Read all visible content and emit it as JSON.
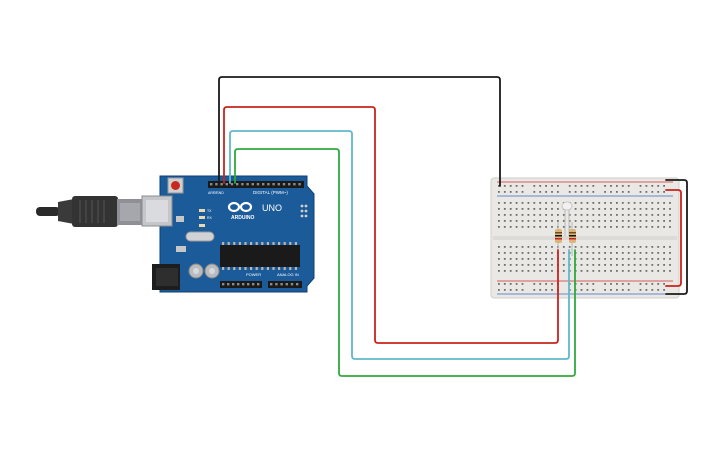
{
  "board": {
    "logo_text": "ARDUINO",
    "model": "UNO",
    "digital_label": "DIGITAL (PWM~)",
    "power_label": "POWER",
    "analog_label": "ANALOG IN",
    "aref_label": "AREF",
    "gnd_label": "GND",
    "tx_label": "TX",
    "rx_label": "RX"
  },
  "breadboard": {
    "name": ""
  },
  "wires": [
    {
      "name": "black-wire",
      "color": "#1a1a1a"
    },
    {
      "name": "red-wire",
      "color": "#c8241c"
    },
    {
      "name": "cyan-wire",
      "color": "#5fb9c9"
    },
    {
      "name": "green-wire",
      "color": "#2faa3c"
    }
  ],
  "colors": {
    "board_blue": "#1c5b9a",
    "board_edge": "#0f3f73",
    "breadboard_body": "#e9e8e5",
    "rail_red": "#d22b2b",
    "rail_blue": "#3b67c2",
    "resistor_body": "#d9b57a"
  },
  "icons": {
    "usb_cable": "usb-plug-icon",
    "reset": "reset-button-icon",
    "chip": "microcontroller-icon",
    "led": "led-icon"
  }
}
